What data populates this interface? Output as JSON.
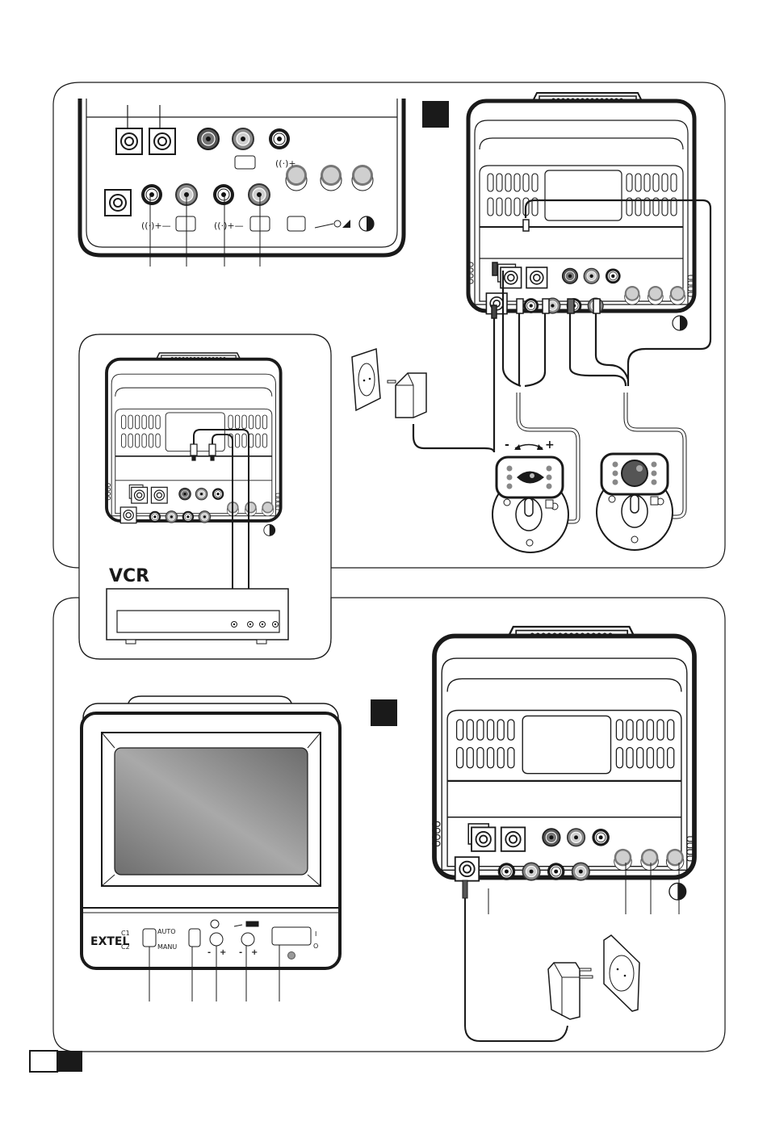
{
  "page": {
    "type": "installation-diagram",
    "page_marker": {
      "white_box": "",
      "black_box": ""
    }
  },
  "figures": {
    "fig_top_left_detail": {
      "description": "Rear connector panel detail with callout lines",
      "marker": ""
    },
    "fig_camera_setup": {
      "marker": "",
      "cameras": [
        {
          "name": "pan-camera",
          "rotation_minus": "-",
          "rotation_plus": "+"
        },
        {
          "name": "fixed-camera"
        }
      ]
    },
    "fig_vcr": {
      "marker": "",
      "vcr_label": "VCR"
    },
    "fig_front_monitor": {
      "marker": "",
      "brand": "EXTEL",
      "switch_channel": {
        "top": "C1",
        "bottom": "C2"
      },
      "switch_mode": {
        "top": "AUTO",
        "bottom": "MANU"
      },
      "timer_knob": {
        "minus": "-",
        "plus": "+"
      },
      "volume_knob": {
        "minus": "-",
        "plus": "+"
      },
      "power_switch": {
        "on": "I",
        "off": "O"
      }
    },
    "fig_rear_power": {
      "marker": ""
    }
  },
  "colors": {
    "ink": "#1a1a1a",
    "connector_dark": "#5a5a5a",
    "connector_mid": "#8a8a8a",
    "connector_light": "#c8c8c8",
    "screen": "#8f8f8f"
  }
}
